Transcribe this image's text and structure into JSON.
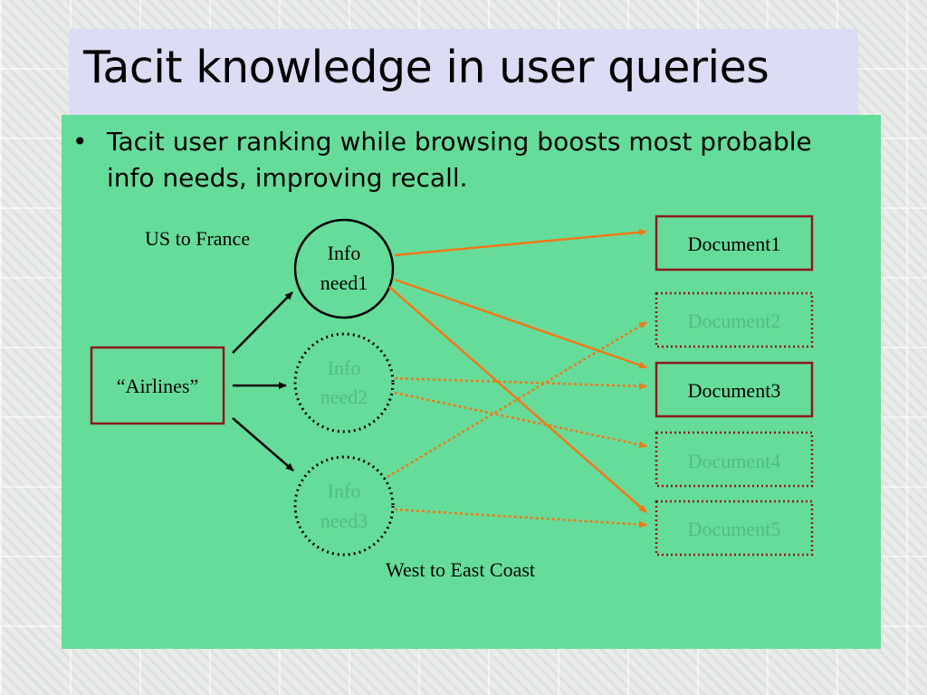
{
  "slide": {
    "title": "Tacit knowledge in user queries",
    "bullet": "Tacit user ranking while browsing boosts most probable info needs, improving recall."
  },
  "diagram": {
    "query": "“Airlines”",
    "needs": {
      "n1": {
        "line1": "Info",
        "line2": "need1"
      },
      "n2": {
        "line1": "Info",
        "line2": "need2"
      },
      "n3": {
        "line1": "Info",
        "line2": "need3"
      }
    },
    "annotations": {
      "n1": "US to France",
      "n3": "West to East Coast"
    },
    "documents": {
      "d1": "Document1",
      "d2": "Document2",
      "d3": "Document3",
      "d4": "Document4",
      "d5": "Document5"
    }
  },
  "colors": {
    "panel": "#66dc9a",
    "title_band": "#dcdcf4",
    "edge": "#f07818",
    "box_border": "#8b1a1a",
    "faint_text": "#4fbd86"
  }
}
